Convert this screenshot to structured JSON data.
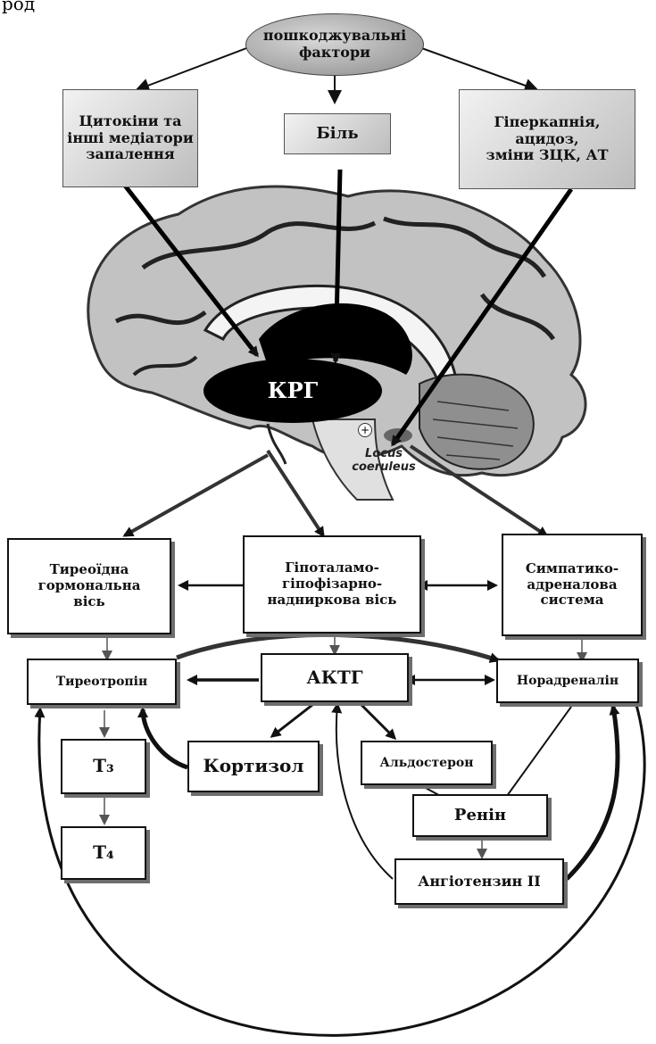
{
  "header": {
    "partial_text": "род"
  },
  "nodes": {
    "factors": "пошкоджувальні\nфактори",
    "cytokines": "Цитокіни та\nінші медіатори\nзапалення",
    "pain": "Біль",
    "hypercapnia": "Гіперкапнія,\nацидоз,\nзміни ЗЦК, АТ",
    "crg": "КРГ",
    "locus": "Locus\ncoeruleus",
    "plus": "+",
    "thyroid_axis": "Тиреоїдна\nгормональна\nвісь",
    "hpa_axis": "Гіпоталамо-\nгіпофізарно-\nнадниркова вісь",
    "sympathoadrenal": "Симпатико-\nадреналова\nсистема",
    "thyrotropin": "Тиреотропін",
    "acth": "АКТГ",
    "noradrenaline": "Норадреналін",
    "t3": "T₃",
    "t4": "T₄",
    "cortisol": "Кортизол",
    "aldosterone": "Альдостерон",
    "renin": "Ренін",
    "angiotensin": "Ангіотензин II"
  },
  "colors": {
    "box_border": "#111111",
    "shadow": "#6e6e6e",
    "crg_fill": "#000000",
    "brain_fill": "#bdbdbd"
  }
}
